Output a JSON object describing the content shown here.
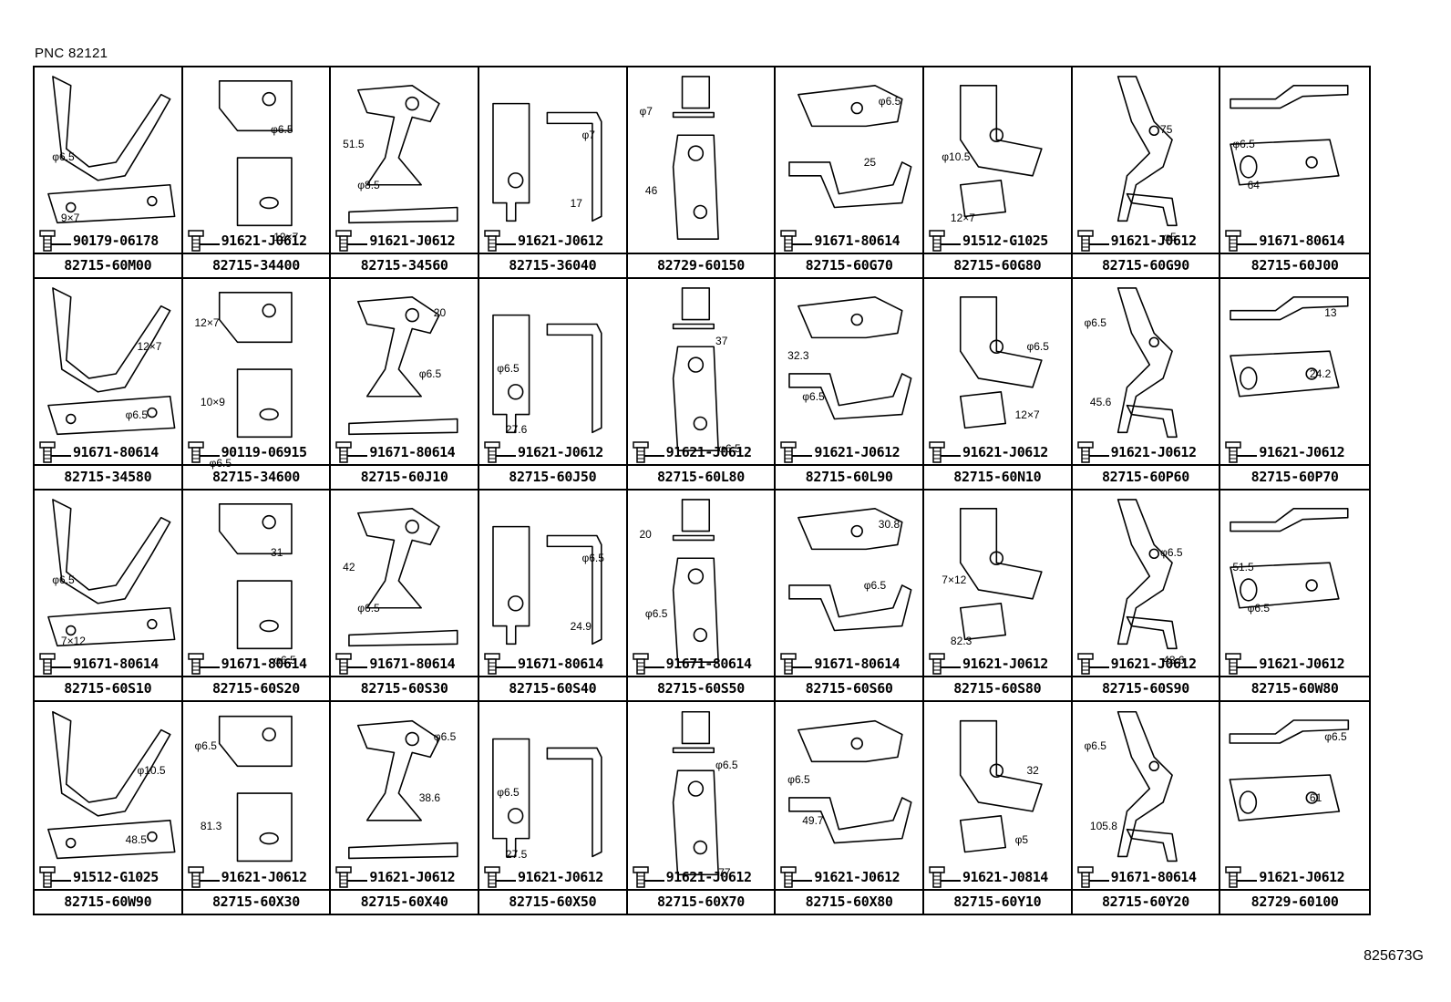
{
  "header": {
    "pnc": "PNC 82121"
  },
  "footer": {
    "doc_ref": "825673G"
  },
  "parts": [
    {
      "part_no": "82715-60M00",
      "bolt": "90179-06178",
      "dims": [
        "φ6.5",
        "9×7"
      ]
    },
    {
      "part_no": "82715-34400",
      "bolt": "91621-J0612",
      "dims": [
        "φ6.5",
        "12×7"
      ]
    },
    {
      "part_no": "82715-34560",
      "bolt": "91621-J0612",
      "dims": [
        "φ8.5",
        "51.5"
      ]
    },
    {
      "part_no": "82715-36040",
      "bolt": "91621-J0612",
      "dims": [
        "17",
        "φ7"
      ]
    },
    {
      "part_no": "82729-60150",
      "bolt": "",
      "dims": [
        "φ7",
        "46"
      ]
    },
    {
      "part_no": "82715-60G70",
      "bolt": "91671-80614",
      "dims": [
        "φ6.5",
        "25"
      ]
    },
    {
      "part_no": "82715-60G80",
      "bolt": "91512-G1025",
      "dims": [
        "φ10.5",
        "12×7"
      ]
    },
    {
      "part_no": "82715-60G90",
      "bolt": "91621-J0612",
      "dims": [
        "75",
        "φ5"
      ]
    },
    {
      "part_no": "82715-60J00",
      "bolt": "91671-80614",
      "dims": [
        "64",
        "φ6.5"
      ]
    },
    {
      "part_no": "82715-34580",
      "bolt": "91671-80614",
      "dims": [
        "φ6.5",
        "12×7"
      ]
    },
    {
      "part_no": "82715-34600",
      "bolt": "90119-06915",
      "dims": [
        "12×7",
        "10×9",
        "φ6.5"
      ]
    },
    {
      "part_no": "82715-60J10",
      "bolt": "91671-80614",
      "dims": [
        "20",
        "φ6.5"
      ]
    },
    {
      "part_no": "82715-60J50",
      "bolt": "91621-J0612",
      "dims": [
        "φ6.5",
        "27.6"
      ]
    },
    {
      "part_no": "82715-60L80",
      "bolt": "91621-J0612",
      "dims": [
        "37",
        "φ6.5"
      ]
    },
    {
      "part_no": "82715-60L90",
      "bolt": "91621-J0612",
      "dims": [
        "φ6.5",
        "32.3"
      ]
    },
    {
      "part_no": "82715-60N10",
      "bolt": "91621-J0612",
      "dims": [
        "12×7",
        "φ6.5"
      ]
    },
    {
      "part_no": "82715-60P60",
      "bolt": "91621-J0612",
      "dims": [
        "φ6.5",
        "45.6"
      ]
    },
    {
      "part_no": "82715-60P70",
      "bolt": "91621-J0612",
      "dims": [
        "13",
        "24.2"
      ]
    },
    {
      "part_no": "82715-60S10",
      "bolt": "91671-80614",
      "dims": [
        "φ6.5",
        "7×12"
      ]
    },
    {
      "part_no": "82715-60S20",
      "bolt": "91671-80614",
      "dims": [
        "31",
        "φ6.5"
      ]
    },
    {
      "part_no": "82715-60S30",
      "bolt": "91671-80614",
      "dims": [
        "φ6.5",
        "42"
      ]
    },
    {
      "part_no": "82715-60S40",
      "bolt": "91671-80614",
      "dims": [
        "24.9",
        "φ6.5"
      ]
    },
    {
      "part_no": "82715-60S50",
      "bolt": "91671-80614",
      "dims": [
        "20",
        "φ6.5"
      ]
    },
    {
      "part_no": "82715-60S60",
      "bolt": "91671-80614",
      "dims": [
        "30.8",
        "φ6.5"
      ]
    },
    {
      "part_no": "82715-60S80",
      "bolt": "91621-J0612",
      "dims": [
        "7×12",
        "82.3"
      ]
    },
    {
      "part_no": "82715-60S90",
      "bolt": "91621-J0612",
      "dims": [
        "φ6.5",
        "43.6"
      ]
    },
    {
      "part_no": "82715-60W80",
      "bolt": "91621-J0612",
      "dims": [
        "φ6.5",
        "51.5"
      ]
    },
    {
      "part_no": "82715-60W90",
      "bolt": "91512-G1025",
      "dims": [
        "48.5",
        "φ10.5"
      ]
    },
    {
      "part_no": "82715-60X30",
      "bolt": "91621-J0612",
      "dims": [
        "φ6.5",
        "81.3"
      ]
    },
    {
      "part_no": "82715-60X40",
      "bolt": "91621-J0612",
      "dims": [
        "φ6.5",
        "38.6"
      ]
    },
    {
      "part_no": "82715-60X50",
      "bolt": "91621-J0612",
      "dims": [
        "φ6.5",
        "27.5"
      ]
    },
    {
      "part_no": "82715-60X70",
      "bolt": "91621-J0612",
      "dims": [
        "φ6.5",
        "77"
      ]
    },
    {
      "part_no": "82715-60X80",
      "bolt": "91621-J0612",
      "dims": [
        "49.7",
        "φ6.5"
      ]
    },
    {
      "part_no": "82715-60Y10",
      "bolt": "91621-J0814",
      "dims": [
        "φ5",
        "32"
      ]
    },
    {
      "part_no": "82715-60Y20",
      "bolt": "91671-80614",
      "dims": [
        "φ6.5",
        "105.8"
      ]
    },
    {
      "part_no": "82729-60100",
      "bolt": "91621-J0612",
      "dims": [
        "φ6.5",
        "61"
      ]
    }
  ]
}
